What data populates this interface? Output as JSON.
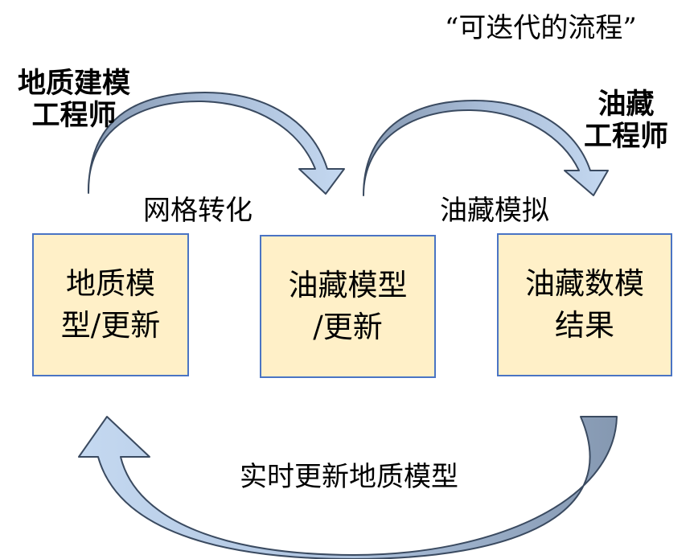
{
  "heading": "“可迭代的流程”",
  "roles": {
    "geology_engineer": "地质建模\n工程师",
    "reservoir_engineer": "油藏\n工程师"
  },
  "steps": {
    "grid_conversion": "网格转化",
    "reservoir_simulation": "油藏模拟",
    "realtime_update": "实时更新地质模型"
  },
  "boxes": [
    {
      "label": "地质模\n型/更新"
    },
    {
      "label": "油藏模型\n/更新"
    },
    {
      "label": "油藏数模\n结果"
    }
  ],
  "colors": {
    "box_fill": "#fff0c8",
    "box_border": "#4a74c4",
    "arrow_light": "#c5d9f1",
    "arrow_dark": "#8497b0",
    "arrow_outline": "#3a4a60"
  }
}
